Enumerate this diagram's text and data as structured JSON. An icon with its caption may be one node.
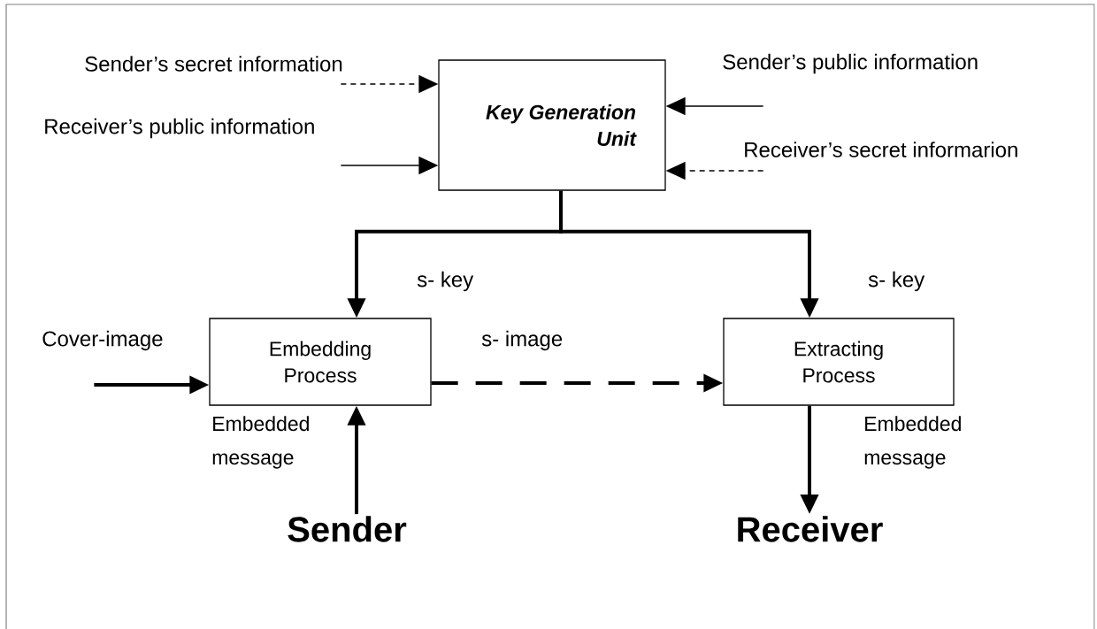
{
  "diagram": {
    "nodes": [
      {
        "text": [
          "Key Generation Unit"
        ]
      },
      {
        "text": [
          "Embedding Process"
        ]
      },
      {
        "text": [
          "Extracting Process"
        ]
      },
      {
        "text": [
          "Sender"
        ]
      },
      {
        "text": [
          "Receiver"
        ]
      }
    ],
    "edges": [
      {
        "from": null,
        "to": 0,
        "arrow": "to",
        "style": "dashed",
        "label": "Sender’s secret information"
      },
      {
        "from": null,
        "to": 0,
        "arrow": "to",
        "label": "Receiver’s public information"
      },
      {
        "from": null,
        "to": 0,
        "arrow": "to",
        "label": "Sender’s public information"
      },
      {
        "from": null,
        "to": 0,
        "arrow": "to",
        "style": "dashed",
        "label": "Receiver’s secret informarion"
      },
      {
        "from": 0,
        "to": 1,
        "arrow": "to",
        "label": "s- key"
      },
      {
        "from": 0,
        "to": 2,
        "arrow": "to",
        "label": "s- key"
      },
      {
        "from": null,
        "to": 1,
        "arrow": "to",
        "label": "Cover-image"
      },
      {
        "from": 1,
        "to": 2,
        "arrow": "to",
        "style": "dashed",
        "label": "s- image"
      },
      {
        "from": 3,
        "to": 1,
        "arrow": "to",
        "label": "Embedded message"
      },
      {
        "from": 2,
        "to": 4,
        "arrow": "to",
        "label": "Embedded message"
      }
    ]
  }
}
